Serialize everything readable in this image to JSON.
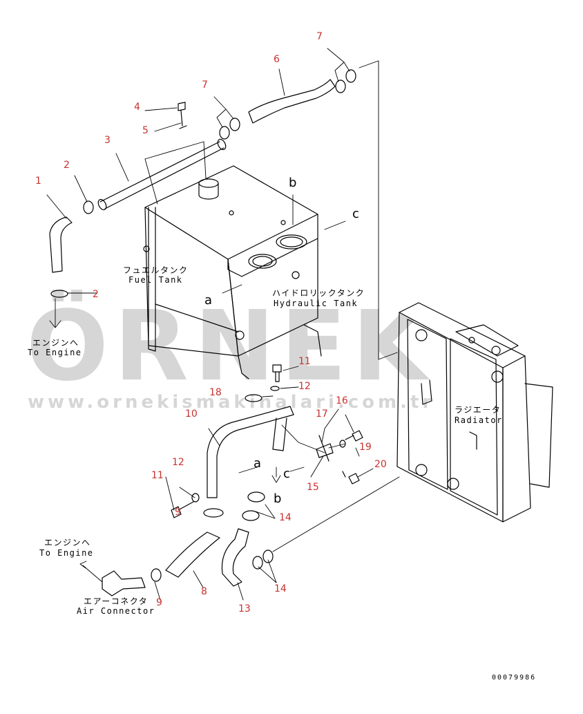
{
  "watermark": {
    "logo": "ÖRNEK",
    "url": "www.ornekismakinalari.com.tr"
  },
  "document_number": "00079986",
  "components": {
    "fuel_tank_jp": "フュエルタンク",
    "fuel_tank_en": "Fuel Tank",
    "hydraulic_tank_jp": "ハイドロリックタンク",
    "hydraulic_tank_en": "Hydraulic Tank",
    "radiator_jp": "ラジエータ",
    "radiator_en": "Radiator",
    "air_connector_jp": "エアーコネクタ",
    "air_connector_en": "Air Connector",
    "to_engine_jp": "エンジンへ",
    "to_engine_en": "To Engine"
  },
  "ref_letters": {
    "a": "a",
    "b": "b",
    "c": "c"
  },
  "part_numbers": [
    "1",
    "2",
    "3",
    "4",
    "5",
    "6",
    "7",
    "8",
    "9",
    "10",
    "11",
    "12",
    "13",
    "14",
    "15",
    "16",
    "17",
    "18",
    "19",
    "20"
  ]
}
